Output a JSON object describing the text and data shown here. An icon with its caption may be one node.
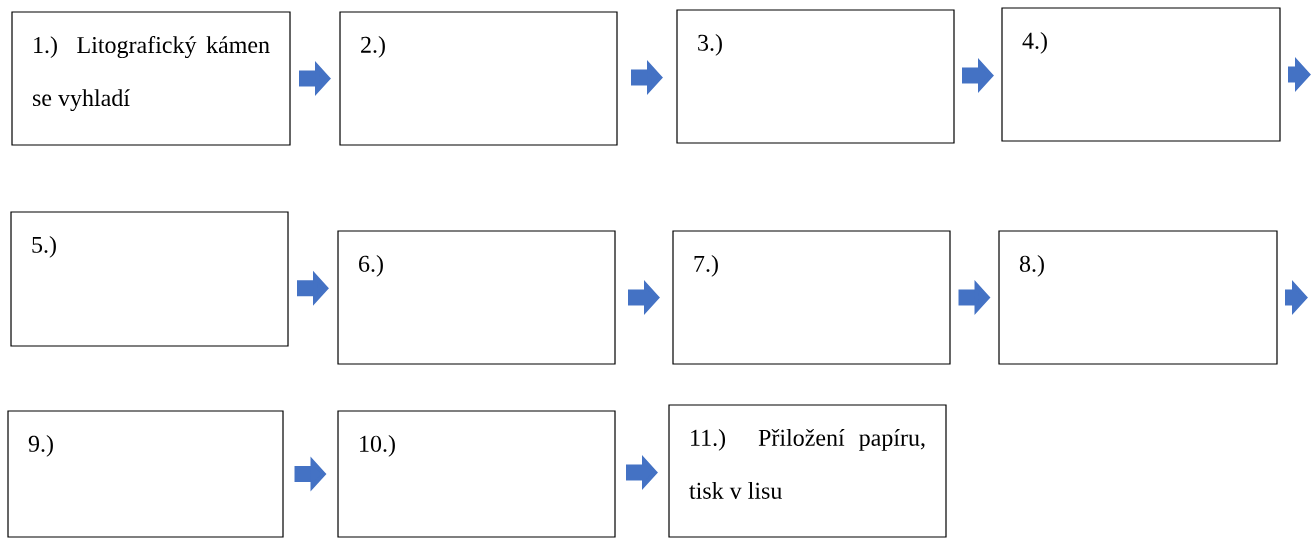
{
  "diagram": {
    "nodes": [
      {
        "text": [
          "1.) Litografický kámen se vyhladí"
        ]
      },
      {
        "text": [
          "2.)"
        ]
      },
      {
        "text": [
          "3.)"
        ]
      },
      {
        "text": [
          "4.)"
        ]
      },
      {
        "text": [
          "5.)"
        ]
      },
      {
        "text": [
          "6.)"
        ]
      },
      {
        "text": [
          "7.)"
        ]
      },
      {
        "text": [
          "8.)"
        ]
      },
      {
        "text": [
          "9.)"
        ]
      },
      {
        "text": [
          "10.)"
        ]
      },
      {
        "text": [
          "11.) Přiložení papíru, tisk v lisu"
        ]
      }
    ],
    "edges": [
      {
        "from": 0,
        "to": 1,
        "arrow": "to"
      },
      {
        "from": 1,
        "to": 2,
        "arrow": "to"
      },
      {
        "from": 2,
        "to": 3,
        "arrow": "to"
      },
      {
        "from": 3,
        "to": null,
        "arrow": "to"
      },
      {
        "from": 4,
        "to": 5,
        "arrow": "to"
      },
      {
        "from": 5,
        "to": 6,
        "arrow": "to"
      },
      {
        "from": 6,
        "to": 7,
        "arrow": "to"
      },
      {
        "from": 7,
        "to": null,
        "arrow": "to"
      },
      {
        "from": 8,
        "to": 9,
        "arrow": "to"
      },
      {
        "from": 9,
        "to": 10,
        "arrow": "to"
      }
    ]
  }
}
